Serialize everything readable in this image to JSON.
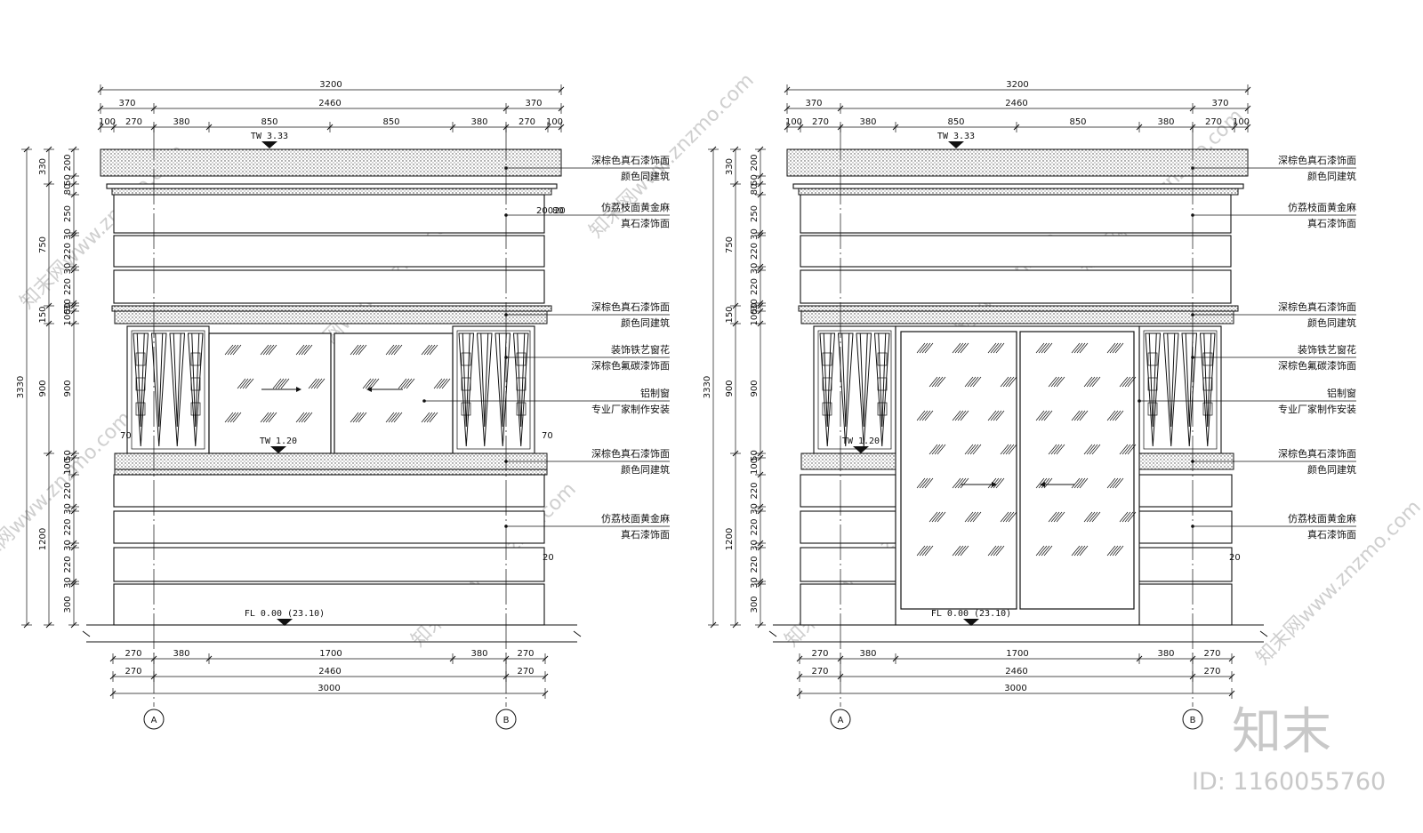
{
  "elevations": [
    {
      "id": "left",
      "top_dims_row1": [
        "3200"
      ],
      "top_dims_row2": [
        "370",
        "2460",
        "370"
      ],
      "top_dims_row3": [
        "100",
        "270",
        "380",
        "850",
        "850",
        "380",
        "270",
        "100"
      ],
      "bottom_dims_row1": [
        "270",
        "380",
        "1700",
        "380",
        "270"
      ],
      "bottom_dims_row2": [
        "270",
        "2460",
        "270"
      ],
      "bottom_dims_row3": [
        "3000"
      ],
      "left_dims_inner": [
        "200",
        "50",
        "80",
        "250",
        "30",
        "220",
        "30",
        "220",
        "30",
        "50",
        "100",
        "900",
        "50",
        "100",
        "220",
        "30",
        "220",
        "30",
        "220",
        "30",
        "300"
      ],
      "left_dims_mid": [
        "330",
        "750",
        "150",
        "900",
        "1200"
      ],
      "left_dims_outer": [
        "3330"
      ],
      "level_top": "TW 3.33",
      "level_mid": "TW 1.20",
      "level_floor": "FL 0.00 (23.10)",
      "small_dims": [
        "200",
        "20",
        "80",
        "70",
        "70",
        "20"
      ],
      "axis_labels": [
        "A",
        "B"
      ],
      "notes": [
        [
          "深棕色真石漆饰面",
          "颜色同建筑"
        ],
        [
          "仿荔枝面黄金麻",
          "真石漆饰面"
        ],
        [
          "深棕色真石漆饰面",
          "颜色同建筑"
        ],
        [
          "装饰铁艺窗花",
          "深棕色氟碳漆饰面"
        ],
        [
          "铝制窗",
          "专业厂家制作安装"
        ],
        [
          "深棕色真石漆饰面",
          "颜色同建筑"
        ],
        [
          "仿荔枝面黄金麻",
          "真石漆饰面"
        ]
      ]
    },
    {
      "id": "right",
      "top_dims_row1": [
        "3200"
      ],
      "top_dims_row2": [
        "370",
        "2460",
        "370"
      ],
      "top_dims_row3": [
        "100",
        "270",
        "380",
        "850",
        "850",
        "380",
        "270",
        "100"
      ],
      "bottom_dims_row1": [
        "270",
        "380",
        "1700",
        "380",
        "270"
      ],
      "bottom_dims_row2": [
        "270",
        "2460",
        "270"
      ],
      "bottom_dims_row3": [
        "3000"
      ],
      "left_dims_inner": [
        "200",
        "50",
        "80",
        "250",
        "30",
        "220",
        "30",
        "220",
        "30",
        "50",
        "100",
        "900",
        "50",
        "100",
        "220",
        "30",
        "220",
        "30",
        "220",
        "30",
        "300"
      ],
      "left_dims_mid": [
        "330",
        "750",
        "150",
        "900",
        "1200"
      ],
      "left_dims_outer": [
        "3330"
      ],
      "level_top": "TW 3.33",
      "level_mid": "TW 1.20",
      "level_floor": "FL 0.00 (23.10)",
      "small_dims": [
        "20"
      ],
      "axis_labels": [
        "A",
        "B"
      ],
      "notes": [
        [
          "深棕色真石漆饰面",
          "颜色同建筑"
        ],
        [
          "仿荔枝面黄金麻",
          "真石漆饰面"
        ],
        [
          "深棕色真石漆饰面",
          "颜色同建筑"
        ],
        [
          "装饰铁艺窗花",
          "深棕色氟碳漆饰面"
        ],
        [
          "铝制窗",
          "专业厂家制作安装"
        ],
        [
          "深棕色真石漆饰面",
          "颜色同建筑"
        ],
        [
          "仿荔枝面黄金麻",
          "真石漆饰面"
        ]
      ]
    }
  ],
  "watermark": {
    "logo_text": "知末",
    "id_text": "ID: 1160055760",
    "site_text": "知末网www.znzmo.com"
  }
}
